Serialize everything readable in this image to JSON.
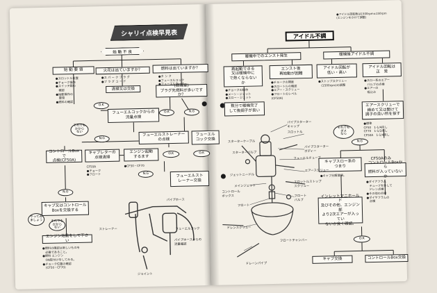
{
  "left_page": {
    "title": "シャリイ点検早見表",
    "flow": {
      "start": "始 動 不 良",
      "check1": "火花は出ていますか？",
      "check2": "燃料は出ていますか？",
      "box_cause_left": "始 動 要 領",
      "note_left": "●スロットル位置\n●チョーク操作\n●スイッチ類の\n　確認\n●始動操作の\n　要領\n●燃料の確認",
      "box_plug": "清掃又は交換",
      "note_plug": "●ス パ ー ク プ ラ グ\n●プ ラ グ コ ー ド",
      "note_fuel": "●タ ン ク\n●フューエルコック\n●フューエルホース",
      "box_wet": "(燃焼室)\nプラグ先燃料が多いですか？",
      "ok_1": "O.K",
      "ok_2": "O.K",
      "ng_1": "N.G",
      "ng_2": "N.G",
      "ng_3": "N.G",
      "ng_4": "N.G",
      "ng_5": "N.G",
      "box_cock": "フューエルコックからの\n流量点検",
      "box_strainer": "フューエルストレーナー\nの点検",
      "box_cock_exch": "フューエル\nコック交換",
      "box_cdi": "コントロールBoxで\n点検(CF50A)",
      "box_carb": "キャブレターの\n点検清掃",
      "box_engine": "エンジン起動\nするます",
      "ok_3": "O.K",
      "ok_4": "O.K",
      "box_strainer_exch": "フューエルスト\nレーナー交換",
      "note_carb": "CF50A\n●チョーク\n●フロート",
      "note_cf": "●CF50・CF70",
      "box_ctrl_exch": "キャブ又はコントロール\nBoxを交換する",
      "box_engine_start": "エンジン始動をして下さい",
      "note_bottom": "●燃料の確認は新しいものを\n　必要であること。\n●燃料 エンジン\n　ON取付けをしてみる。\n●チョーク位置の確認\n　(CF50・CF70)",
      "bubble_1": "それでも\nかから\nない",
      "bubble_2": "やってみ\nましょう",
      "bubble_3": "それでも\nかから\nない"
    },
    "diagram_labels": {
      "pipe": "パイプホース",
      "strainer": "ストレーナー",
      "cock": "フューエルコック",
      "joint": "ジョイント",
      "carb_pipe": "パイプホースからの\n流量確認"
    }
  },
  "right_page": {
    "top_note": "●アイドル回転数は1500rpm±150rpm\n(エンジンをかけて調整)",
    "title": "アイドル不調",
    "flow": {
      "branch_a": "暖機中でのエンスト発生",
      "branch_b": "暖機後アイドル不調",
      "box_a1": "再起動できる\n又は暖機中に\nで熱くならない\nか",
      "box_a2": "エンスト後\n再始動が困難",
      "box_b1": "アイドル回転が\n低い・高い",
      "box_b2": "アイドル回転は\n正　常",
      "note_a1": "●チョークの操作\n●メーン・ジェット\n●スロー・ジェット",
      "note_a2": "●チョークの開度\n●スロートルの確認\n●エアー・スクリュー\n●フロートのレベル\n(CF50A)",
      "note_b1": "●ストップスクリュー\n　(1500rpm)の調整",
      "note_b2": "●スロー系のエアー\n　バルブの点検\n●エアーの\n　吸込み",
      "box_a3": "数分で暖機完了\nして後調子が良い",
      "box_air": "エアースクリューで\n締めて又は開けて\n調子の良い所を探す",
      "note_air": "●標準\nCF50　1-1/4戻し\nCF70　1-1/2戻し\nCF50A　1-1/4戻し",
      "bubble_4": "それでも\nダメ\nなら",
      "ng_6": "N.G",
      "box_slow": "キャブスロー系の\nつまり",
      "note_slow": "●キャブ分解清掃。",
      "box_cf50a": "CF50Aのみ",
      "box_ctrl_fuel": "コントロールBoxから\n燃料が入っていないか",
      "note_ctrl": "●ダイアフラム\n　チューブを外して\n　ドレン点検\n●その他の点検\n●ダイヤフラムの\n　点検",
      "box_inlet": "インレットマニホールド\n及びその他、エンジン部\nより2次エアーが入ってい\nないか良く確認。",
      "ok_5": "O.K",
      "box_carb_exch": "キャブ交換",
      "box_ctrl_exch2": "コントロールBox交換"
    },
    "diagram_labels": {
      "pipe_starter": "パイプスターター\nキャップ",
      "slow_jet": "スロットル",
      "starter": "パイプスターター\nボディー",
      "fuel_cock": "フューエルチューブ",
      "air_screw": "エアースクリュー",
      "throttle_stop": "スロットルストップ\nスクリュー",
      "main_jet": "メインジェット",
      "float": "フロート",
      "needle": "フロート\nバルブ",
      "jet_needle": "ジェットニードル",
      "drain_screw": "ドレンスクリュー",
      "control_box": "コントロール\nボックス",
      "drain_pipe": "ドレーンパイプ",
      "float_chamber": "フロートチャンバー",
      "starter_cable": "スターターケーブル",
      "starter_valve": "スターターバルブ"
    }
  }
}
